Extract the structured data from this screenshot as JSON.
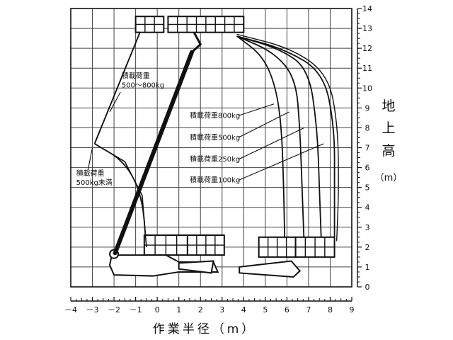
{
  "chart_data": {
    "type": "diagram",
    "title": "",
    "xlabel": "作業半径（m）",
    "ylabel_chars": [
      "地",
      "上",
      "高",
      "（m）"
    ],
    "xlim": [
      -4,
      9
    ],
    "ylim": [
      0,
      14
    ],
    "x_ticks": [
      "－4",
      "－3",
      "－2",
      "－1",
      "0",
      "1",
      "2",
      "3",
      "4",
      "5",
      "6",
      "7",
      "8",
      "9"
    ],
    "y_ticks": [
      "0",
      "1",
      "2",
      "3",
      "4",
      "5",
      "6",
      "7",
      "8",
      "9",
      "10",
      "11",
      "12",
      "13",
      "14"
    ],
    "annotations": [
      {
        "id": "800kg",
        "text": "積載荷重800kg",
        "x": 1.5,
        "y": 8.5
      },
      {
        "id": "500kg",
        "text": "積載荷重500kg",
        "x": 1.5,
        "y": 7.4
      },
      {
        "id": "250kg",
        "text": "積載荷重250kg",
        "x": 1.5,
        "y": 6.3
      },
      {
        "id": "100kg",
        "text": "積載荷重100kg",
        "x": 1.5,
        "y": 5.25
      }
    ],
    "annotations_multiline": [
      {
        "id": "500-800",
        "lines": [
          "積載荷重",
          "500～800kg"
        ],
        "x": -1.65,
        "y": 10.5
      },
      {
        "id": "under500",
        "lines": [
          "積載荷重",
          "500kg未満"
        ],
        "x": -3.75,
        "y": 5.6
      }
    ],
    "envelopes": [
      {
        "name": "500～800kg",
        "points": [
          [
            -0.8,
            12.8
          ],
          [
            -2.9,
            7.2
          ]
        ]
      },
      {
        "name": "500kg未満",
        "points": [
          [
            -2.9,
            7.2
          ],
          [
            -1.5,
            6.3
          ],
          [
            -0.7,
            4.6
          ],
          [
            -0.5,
            2.0
          ]
        ]
      },
      {
        "name": "800kg",
        "points": [
          [
            3.7,
            12.6
          ],
          [
            4.9,
            11.6
          ],
          [
            5.5,
            10.0
          ],
          [
            5.75,
            8.0
          ],
          [
            5.85,
            5.0
          ],
          [
            5.9,
            2.0
          ]
        ]
      },
      {
        "name": "500kg",
        "points": [
          [
            3.7,
            12.6
          ],
          [
            5.4,
            11.8
          ],
          [
            6.4,
            10.5
          ],
          [
            6.6,
            8.0
          ],
          [
            6.7,
            5.0
          ],
          [
            6.8,
            2.0
          ]
        ]
      },
      {
        "name": "250kg",
        "points": [
          [
            3.7,
            12.6
          ],
          [
            5.6,
            12.0
          ],
          [
            7.0,
            11.0
          ],
          [
            7.4,
            8.0
          ],
          [
            7.5,
            5.0
          ],
          [
            7.6,
            2.0
          ]
        ]
      },
      {
        "name": "100kg",
        "points": [
          [
            3.7,
            12.6
          ],
          [
            5.8,
            12.0
          ],
          [
            7.7,
            10.8
          ],
          [
            8.2,
            8.0
          ],
          [
            8.2,
            5.0
          ],
          [
            8.2,
            2.0
          ]
        ]
      }
    ],
    "platforms": [
      {
        "position": "top",
        "x": [
          -1.0,
          0.3
        ],
        "y": [
          12.8,
          13.6
        ]
      },
      {
        "position": "top",
        "x": [
          0.5,
          4.0
        ],
        "y": [
          12.8,
          13.6
        ]
      },
      {
        "position": "low-rear",
        "x": [
          -0.6,
          1.4
        ],
        "y": [
          1.6,
          2.6
        ]
      },
      {
        "position": "low-rear",
        "x": [
          1.4,
          3.1
        ],
        "y": [
          1.6,
          2.6
        ]
      },
      {
        "position": "low-front",
        "x": [
          4.7,
          6.4
        ],
        "y": [
          1.5,
          2.5
        ]
      },
      {
        "position": "low-front",
        "x": [
          6.4,
          8.2
        ],
        "y": [
          1.5,
          2.5
        ]
      }
    ]
  }
}
